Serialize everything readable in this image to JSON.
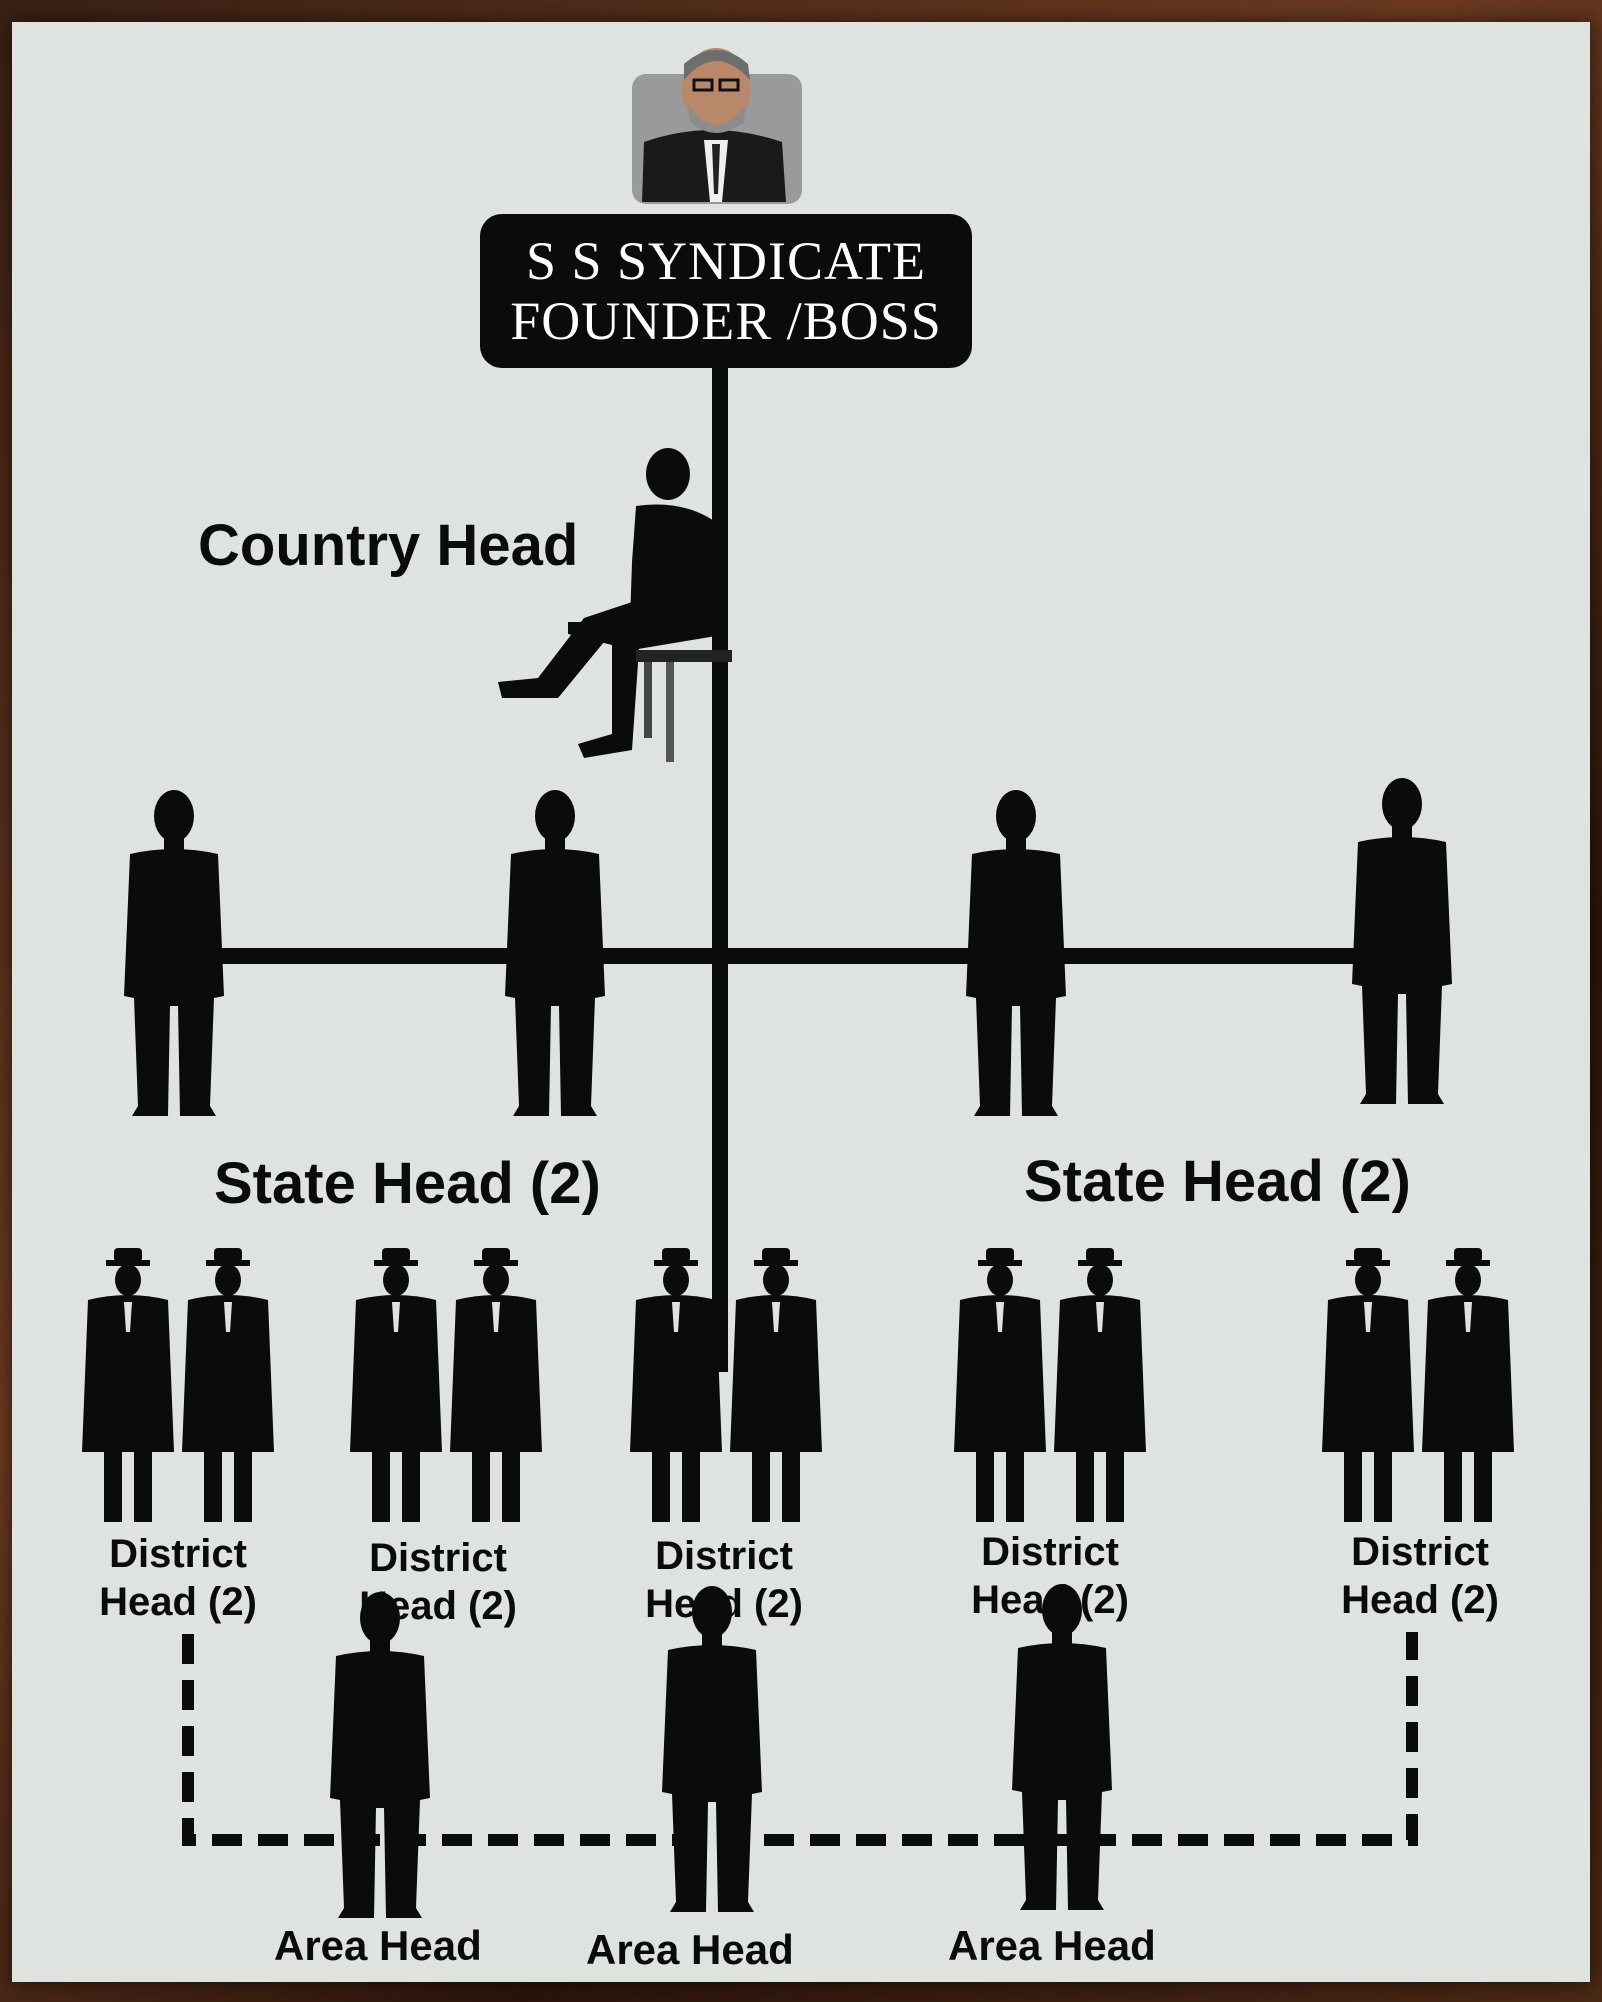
{
  "boss": {
    "line1": "S S SYNDICATE",
    "line2": "FOUNDER /BOSS"
  },
  "levels": {
    "country": "Country Head",
    "state_left": "State Head (2)",
    "state_right": "State Head (2)",
    "district": [
      {
        "line1": "District",
        "line2": "Head (2)"
      },
      {
        "line1": "District",
        "line2": "Head (2)"
      },
      {
        "line1": "District",
        "line2": "Head (2)"
      },
      {
        "line1": "District",
        "line2": "Head (2)"
      },
      {
        "line1": "District",
        "line2": "Head (2)"
      }
    ],
    "area": [
      "Area Head",
      "Area Head",
      "Area Head"
    ]
  },
  "colors": {
    "background": "#dfe3e0",
    "ink": "#0b0b0b",
    "frame": "#4a2814"
  }
}
